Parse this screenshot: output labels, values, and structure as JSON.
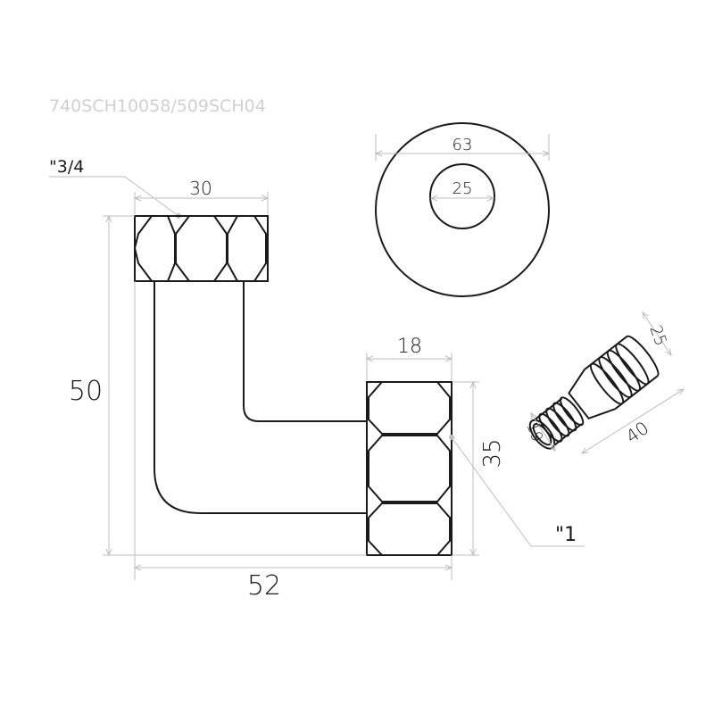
{
  "drawing": {
    "product_code": "740SCH10058/509SCH04",
    "thread_small": "\"3/4",
    "thread_large": "\"1",
    "dims": {
      "top_width": "30",
      "height": "50",
      "right_width": "18",
      "right_height": "35",
      "total_width": "52",
      "flange_outer": "63",
      "flange_inner": "25",
      "iso_large": "25",
      "iso_small": "19",
      "iso_length": "40"
    },
    "colors": {
      "line": "#1a1a1a",
      "dimension": "#bdbdbd",
      "code": "#d0d0d0"
    }
  }
}
